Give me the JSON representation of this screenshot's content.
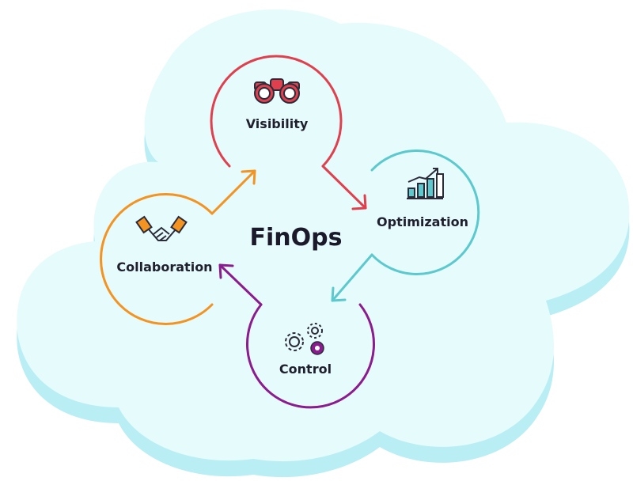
{
  "center": {
    "title": "FinOps"
  },
  "phases": [
    {
      "label": "Visibility",
      "color": "#e0404e",
      "icon": "binoculars-icon"
    },
    {
      "label": "Optimization",
      "color": "#5cc9cf",
      "icon": "growth-chart-icon"
    },
    {
      "label": "Control",
      "color": "#8a1c8f",
      "icon": "gears-icon"
    },
    {
      "label": "Collaboration",
      "color": "#f39322",
      "icon": "handshake-icon"
    }
  ],
  "colors": {
    "cloud_fill": "#e6fbfc",
    "cloud_shadow": "#b8eef4",
    "icon_dark": "#2b2b3a",
    "icon_orange": "#f39322"
  }
}
